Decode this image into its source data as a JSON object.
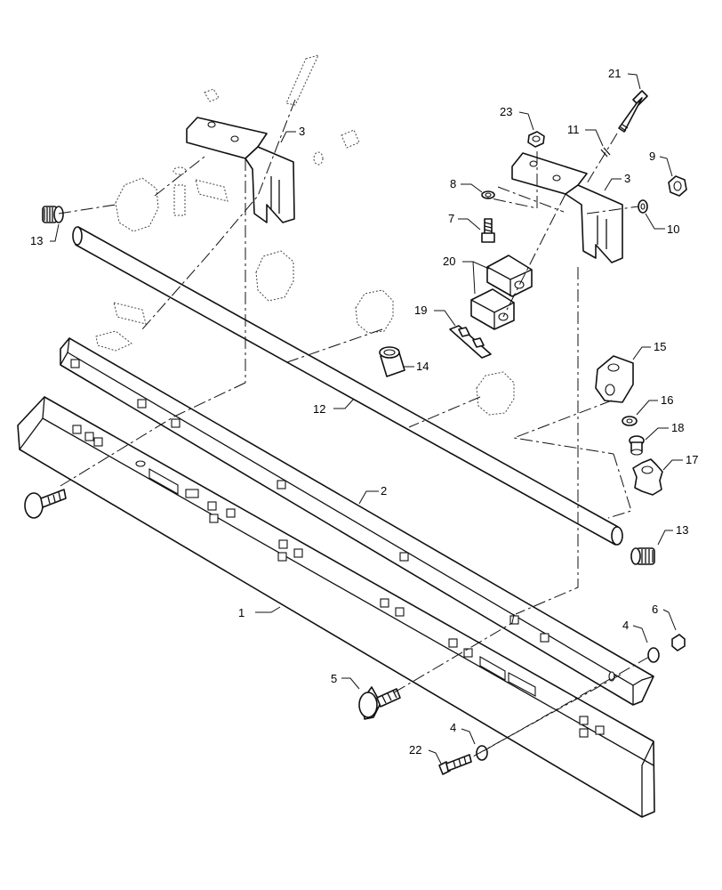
{
  "callouts": {
    "c1": "1",
    "c2": "2",
    "c3a": "3",
    "c3b": "3",
    "c4a": "4",
    "c4b": "4",
    "c5": "5",
    "c6": "6",
    "c7": "7",
    "c8": "8",
    "c9": "9",
    "c10": "10",
    "c11": "11",
    "c12": "12",
    "c13a": "13",
    "c13b": "13",
    "c14": "14",
    "c15": "15",
    "c16": "16",
    "c17": "17",
    "c18": "18",
    "c19": "19",
    "c20": "20",
    "c21": "21",
    "c22": "22",
    "c23": "23"
  }
}
